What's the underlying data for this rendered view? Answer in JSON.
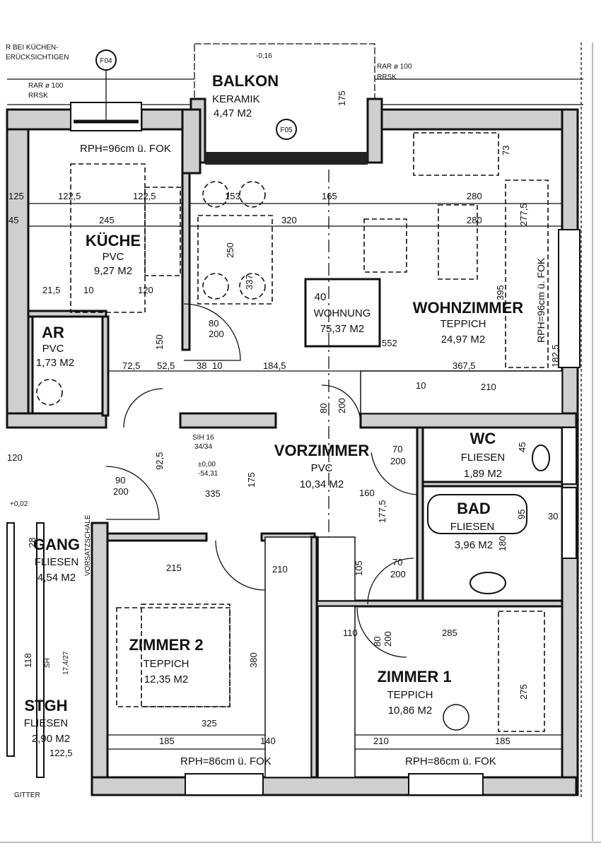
{
  "notes": {
    "top_left_1": "R BEI KÜCHEN-",
    "top_left_2": "ERÜCKSICHTIGEN",
    "rar_left": "RAR ø 100",
    "rrsk_left": "RRSK",
    "rar_right": "RAR ø 100",
    "rrsk_right": "RRSK",
    "f04": "F04",
    "f05": "F05",
    "balcony_level": "-0,16",
    "kitchen_rph": "RPH=96cm ü. FOK",
    "living_rph": "RPH=96cm ü. FOK",
    "room2_rph": "RPH=86cm ü. FOK",
    "room1_rph": "RPH=86cm ü. FOK",
    "shaft": "SIH 16",
    "shaft_size": "34/34",
    "level_1": "±0,00",
    "level_2": "-54,31",
    "level_3": "335",
    "gang_level": "+0,02",
    "vorsatz": "VORSATZSCHALE",
    "gitter": "GITTER",
    "stair": "SH",
    "stair_ratio": "17,4/27"
  },
  "apartment": {
    "number": "40",
    "label": "WOHNUNG",
    "area": "75,37 M2"
  },
  "rooms": {
    "balkon": {
      "name": "BALKON",
      "floor": "KERAMIK",
      "area": "4,47 M2"
    },
    "kueche": {
      "name": "KÜCHE",
      "floor": "PVC",
      "area": "9,27 M2"
    },
    "ar": {
      "name": "AR",
      "floor": "PVC",
      "area": "1,73 M2"
    },
    "wohnzimmer": {
      "name": "WOHNZIMMER",
      "floor": "TEPPICH",
      "area": "24,97 M2"
    },
    "vorzimmer": {
      "name": "VORZIMMER",
      "floor": "PVC",
      "area": "10,34 M2"
    },
    "wc": {
      "name": "WC",
      "floor": "FLIESEN",
      "area": "1,89 M2"
    },
    "bad": {
      "name": "BAD",
      "floor": "FLIESEN",
      "area": "3,96 M2"
    },
    "gang": {
      "name": "GANG",
      "floor": "FLIESEN",
      "area": "4,54 M2"
    },
    "stgh": {
      "name": "STGH",
      "floor": "FLIESEN",
      "area": "2,90 M2"
    },
    "zimmer2": {
      "name": "ZIMMER 2",
      "floor": "TEPPICH",
      "area": "12,35 M2"
    },
    "zimmer1": {
      "name": "ZIMMER 1",
      "floor": "TEPPICH",
      "area": "10,86 M2"
    }
  },
  "dimensions": [
    "122,5",
    "122,5",
    "245",
    "125",
    "45",
    "153",
    "165",
    "280",
    "320",
    "280",
    "175",
    "73",
    "277,5",
    "250",
    "337",
    "395",
    "552",
    "10",
    "120",
    "21,5",
    "150",
    "80",
    "200",
    "72,5",
    "52,5",
    "38",
    "10",
    "184,5",
    "367,5",
    "182,5",
    "210",
    "10",
    "80",
    "200",
    "92,5",
    "175",
    "70",
    "200",
    "45",
    "90",
    "200",
    "215",
    "210",
    "105",
    "177,5",
    "160",
    "70",
    "200",
    "180",
    "95",
    "30",
    "285",
    "275",
    "380",
    "325",
    "185",
    "140",
    "210",
    "185",
    "110",
    "80",
    "200",
    "118",
    "122,5",
    "28",
    "120"
  ]
}
